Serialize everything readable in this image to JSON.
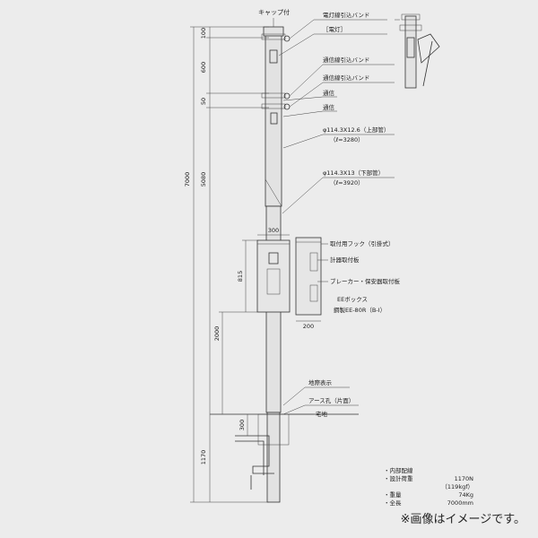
{
  "labels": {
    "cap": "キャップ付",
    "lamp_band": "電灯線引込バンド",
    "lamp": "［電灯］",
    "comm_band1": "通信線引込バンド",
    "comm_band2": "通信線引込バンド",
    "comm1": "通信",
    "comm2": "通信",
    "upper_pipe": "φ114.3X12.6（上部管）",
    "upper_pipe_len": "（ℓ=3280）",
    "lower_pipe": "φ114.3X13（下部管）",
    "lower_pipe_len": "（ℓ=3920）",
    "hook": "取付用フック（引掛式）",
    "meter_plate": "計器取付板",
    "breaker_plate": "ブレーカー・保安器取付板",
    "ee_box": "EEボックス",
    "ee_box_model": "鋼製EE-80R（B-I）",
    "ground_mark": "地際表示",
    "earth_hole": "アース孔（片面）",
    "residence": "宅地"
  },
  "dimensions": {
    "d100": "100",
    "d600": "600",
    "d50": "50",
    "d5080": "5080",
    "d7000": "7000",
    "d815": "815",
    "d2000": "2000",
    "d300a": "300",
    "d200": "200",
    "d300b": "300",
    "d1170": "1170"
  },
  "specs": {
    "title": "・内部配線",
    "load_label": "・設計荷重",
    "load_value": "1170N",
    "load_kgf": "（119kgf）",
    "weight_label": "・重量",
    "weight_value": "74Kg",
    "length_label": "・全長",
    "length_value": "7000mm"
  },
  "note": "※画像はイメージです。"
}
